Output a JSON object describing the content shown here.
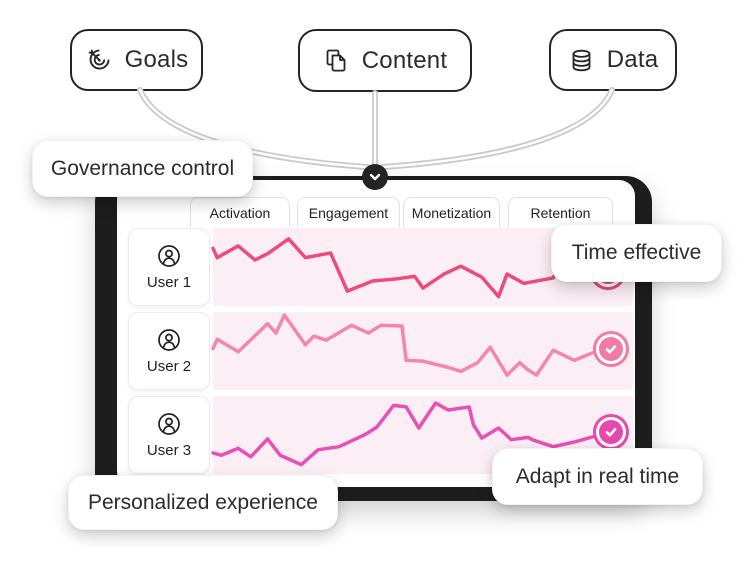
{
  "pills": [
    {
      "label": "Goals",
      "icon": "target-icon"
    },
    {
      "label": "Content",
      "icon": "pages-icon"
    },
    {
      "label": "Data",
      "icon": "database-icon"
    }
  ],
  "callouts": {
    "governance": "Governance control",
    "time_effective": "Time effective",
    "adapt": "Adapt in real time",
    "personalized": "Personalized experience"
  },
  "dashboard": {
    "tabs": [
      "Activation",
      "Engagement",
      "Monetization",
      "Retention"
    ],
    "users": [
      {
        "label": "User 1"
      },
      {
        "label": "User 2"
      },
      {
        "label": "User 3"
      }
    ]
  },
  "colors": {
    "frame": "#1d1d1d",
    "connector": "#c9c9c9",
    "chart_background": "#fbeff5",
    "rose": "#ee4a7e",
    "light_pink": "#f585ae",
    "magenta": "#e94fb4"
  },
  "chart_data": {
    "type": "line",
    "note": "Three decorative sparkline panels, one per user row; no axes or tick labels shown. Points are normalized 0-100 (x left-to-right, y top-down). Each line ends at a pink check badge.",
    "panels": [
      {
        "user": "User 1",
        "color": "#ee4a7e",
        "check_color": "#e8457e",
        "points": [
          [
            0,
            26
          ],
          [
            1,
            38
          ],
          [
            6,
            23
          ],
          [
            10,
            41
          ],
          [
            13,
            33
          ],
          [
            18,
            14
          ],
          [
            22,
            38
          ],
          [
            28,
            32
          ],
          [
            32,
            81
          ],
          [
            38,
            68
          ],
          [
            44,
            65
          ],
          [
            48,
            62
          ],
          [
            50,
            77
          ],
          [
            55,
            59
          ],
          [
            59,
            49
          ],
          [
            64,
            63
          ],
          [
            68,
            88
          ],
          [
            70,
            59
          ],
          [
            74,
            71
          ],
          [
            81,
            64
          ],
          [
            83,
            42
          ],
          [
            88,
            62
          ],
          [
            94,
            56
          ]
        ]
      },
      {
        "user": "User 2",
        "color": "#f585ae",
        "check_color": "#f27ba6",
        "points": [
          [
            0,
            47
          ],
          [
            1,
            35
          ],
          [
            6,
            51
          ],
          [
            13,
            15
          ],
          [
            15,
            27
          ],
          [
            17,
            4
          ],
          [
            22,
            42
          ],
          [
            24,
            31
          ],
          [
            27,
            36
          ],
          [
            33,
            17
          ],
          [
            37,
            27
          ],
          [
            40,
            17
          ],
          [
            45,
            18
          ],
          [
            46,
            62
          ],
          [
            50,
            63
          ],
          [
            56,
            71
          ],
          [
            59,
            76
          ],
          [
            63,
            65
          ],
          [
            66,
            45
          ],
          [
            70,
            81
          ],
          [
            73,
            65
          ],
          [
            75,
            74
          ],
          [
            77,
            81
          ],
          [
            81,
            49
          ],
          [
            86,
            62
          ],
          [
            91,
            51
          ],
          [
            95,
            47
          ]
        ]
      },
      {
        "user": "User 3",
        "color": "#e94fb4",
        "check_color": "#e748af",
        "points": [
          [
            0,
            73
          ],
          [
            2,
            76
          ],
          [
            6,
            67
          ],
          [
            9,
            78
          ],
          [
            13,
            55
          ],
          [
            16,
            76
          ],
          [
            21,
            88
          ],
          [
            25,
            69
          ],
          [
            30,
            65
          ],
          [
            36,
            50
          ],
          [
            39,
            40
          ],
          [
            43,
            12
          ],
          [
            46,
            14
          ],
          [
            49,
            41
          ],
          [
            53,
            9
          ],
          [
            56,
            18
          ],
          [
            61,
            14
          ],
          [
            62,
            37
          ],
          [
            64,
            54
          ],
          [
            68,
            41
          ],
          [
            71,
            56
          ],
          [
            75,
            53
          ],
          [
            76,
            56
          ],
          [
            81,
            65
          ],
          [
            86,
            59
          ],
          [
            90,
            53
          ],
          [
            95,
            46
          ]
        ]
      }
    ]
  }
}
